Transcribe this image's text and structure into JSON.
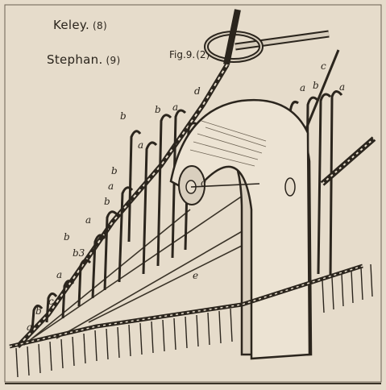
{
  "names": [
    {
      "name": "Keley.",
      "ref": "(8)"
    },
    {
      "name": "Stephan.",
      "ref": "(9)"
    }
  ],
  "figure": {
    "label": "Fig.9.",
    "ref": "(2)"
  },
  "letters": {
    "a": "a",
    "b": "b",
    "b3": "b3",
    "c": "c",
    "d": "d",
    "e": "e"
  }
}
